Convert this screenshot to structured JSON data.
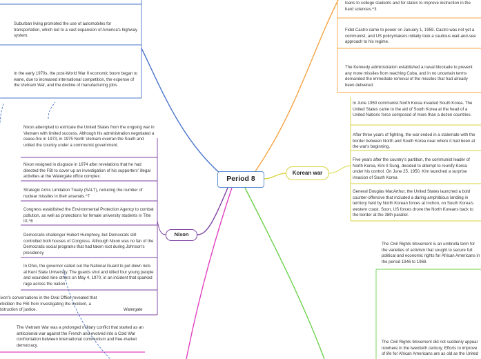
{
  "mindmap": {
    "central": "Period 8",
    "korean_war": {
      "label": "Korean war",
      "notes": [
        "In June 1950 communist North Korea invaded South Korea. The United States came to the aid of South Korea at the head of a United Nations force composed of more than a dozen countries.",
        "After three years of fighting, the war ended in a stalemate with the border between North and South Korea near where it had been at the war's beginning.",
        "Five years after the country's partition, the communist leader of North Korea, Kim Il Sung, decided to attempt to reunify Korea under his control. On June 25, 1950, Kim launched a surprise invasion of South Korea",
        "General Douglas MacArthur, the United States launched a bold counter-offensive that included a daring amphibious landing in territory held by North Korean forces at Inchon, on South Korea's western coast. Soon, US forces drove the North Koreans back to the border at the 38th parallel."
      ]
    },
    "cold_war_notes": [
      "loans to college students and for states to improve instruction in the hard sciences.^3",
      "Fidel Castro came to power on January 1, 1959. Castro was not yet a communist, and US policymakers initially took a cautious wait-and-see approach to his regime.",
      "The Kennedy administration established a naval blockade to prevent any more missiles from reaching Cuba, and in no uncertain terms demanded the immediate removal of the missiles that had already been delivered."
    ],
    "civil_rights_notes": [
      "The Civil Rights Movement is an umbrella term for the varieties of activism that sought to secure full political and economic rights for African Americans in the period 1946 to 1968.",
      "The Civil Rights Movement did not suddenly appear nowhere in the twentieth century. Efforts to improve of life for African Americans are as old as the United"
    ],
    "economy_notes": [
      "Suburban living promoted the use of automobiles for transportation, which led to a vast expansion of America's highway system.",
      "In the early 1970s, the post-World War II economic boom began to wane, due to increased international competition, the expense of the Vietnam War, and the decline of manufacturing jobs."
    ],
    "nixon": {
      "label": "Nixon",
      "notes": [
        "Nixon attempted to extricate the United States from the ongoing war in Vietnam with limited success. Although his administration negotiated a cease-fire in 1973, in 1975 North Vietnam overran the South and united the country under a communist government.",
        "Nixon resigned in disgrace in 1974 after revelations that he had directed the FBI to cover up an investigation of his supporters' illegal activities at the Watergate office complex.",
        "Strategic Arms Limitation Treaty (SALT), reducing the number of nuclear missiles in their arsenals.^7",
        "Congress established the Environmental Protection Agency to combat pollution, as well as protections for female university students in Title IX.^8",
        "Democratic challenger Hubert Humphrey, but Democrats still controlled both houses of Congress. Although Nixon was no fan of the Democratic social programs that had taken root during Johnson's presidency",
        "In Ohio, the governor called out the National Guard to put down riots at Kent State University. The guards shot and killed four young people and wounded nine others on May 4, 1970, in an incident that sparked rage across the nation",
        "Nixon's conversations in the Oval Office revealed that forbidden the FBI from investigating the incident, a obstruction of justice."
      ],
      "watergate_label": "Watergate"
    },
    "vietnam_notes": [
      "The Vietnam War was a prolonged military conflict that started as an anticolonial war against the French and evolved into a Cold War confrontation between international communism and free-market democracy."
    ],
    "colors": {
      "central_border": "#5a8fd6",
      "cold_war": "#f4a340",
      "korean": "#d8d23a",
      "civil_rights": "#6ad04a",
      "nixon": "#7b3fa0",
      "economy": "#4a74c9",
      "vietnam": "#e040c0"
    }
  }
}
